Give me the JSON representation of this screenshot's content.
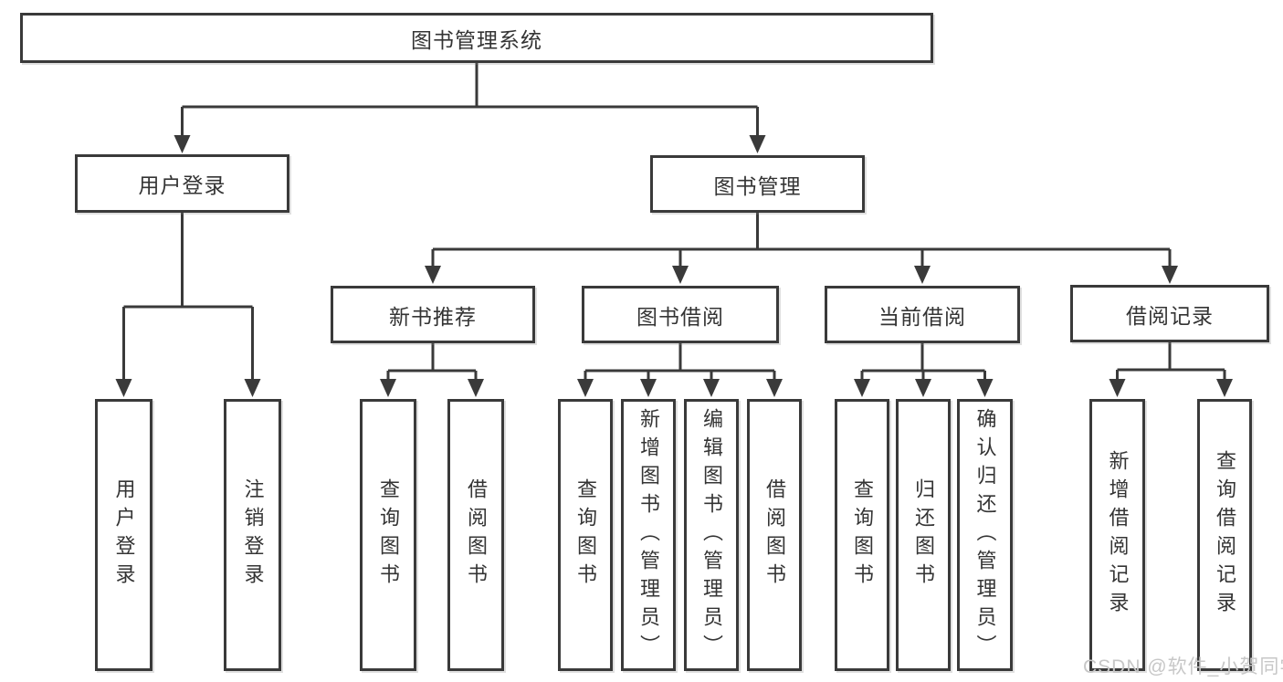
{
  "diagram": {
    "root": {
      "label": "图书管理系统"
    },
    "branches": [
      {
        "label": "用户登录",
        "children": [
          {
            "label": "用户登录"
          },
          {
            "label": "注销登录"
          }
        ]
      },
      {
        "label": "图书管理",
        "children": [
          {
            "label": "新书推荐",
            "children": [
              {
                "label": "查询图书"
              },
              {
                "label": "借阅图书"
              }
            ]
          },
          {
            "label": "图书借阅",
            "children": [
              {
                "label": "查询图书"
              },
              {
                "label": "新增图书（管理员）"
              },
              {
                "label": "编辑图书（管理员）"
              },
              {
                "label": "借阅图书"
              }
            ]
          },
          {
            "label": "当前借阅",
            "children": [
              {
                "label": "查询图书"
              },
              {
                "label": "归还图书"
              },
              {
                "label": "确认归还（管理员）"
              }
            ]
          },
          {
            "label": "借阅记录",
            "children": [
              {
                "label": "新增借阅记录"
              },
              {
                "label": "查询借阅记录"
              }
            ]
          }
        ]
      }
    ]
  },
  "watermark": {
    "text": "CSDN @软件_小贺同学"
  },
  "colors": {
    "line": "#3a3a3a",
    "box_border": "#3a3a3a",
    "text": "#343434",
    "watermark": "#c7c7c7",
    "background": "#ffffff"
  }
}
